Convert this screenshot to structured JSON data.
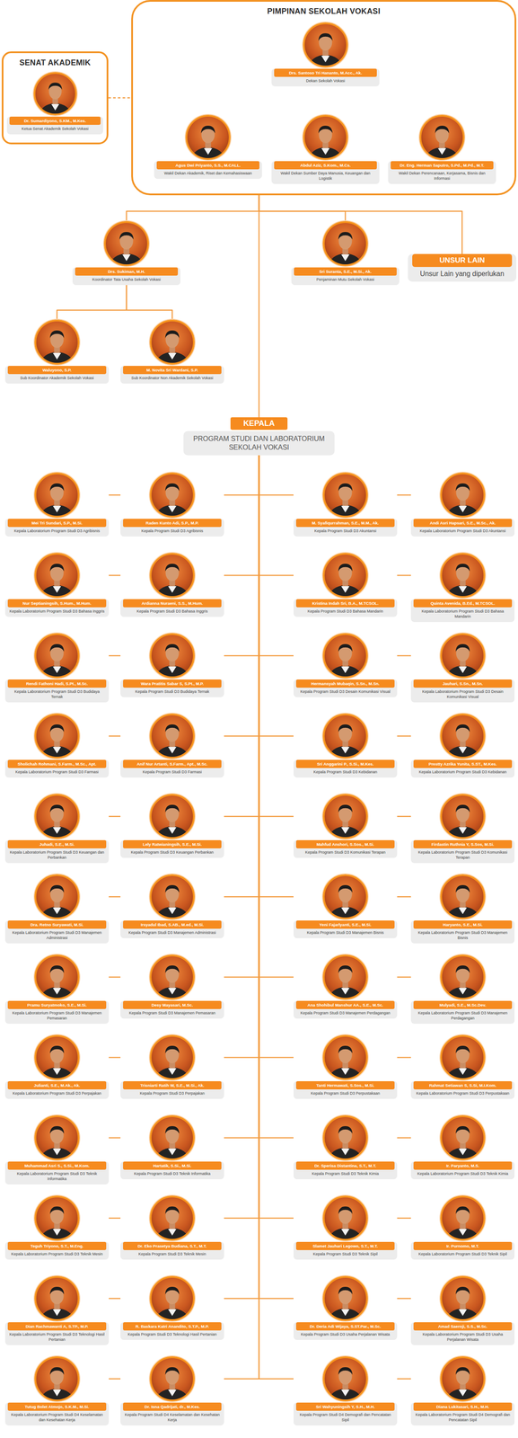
{
  "diagram": {
    "nodes": [
      {
        "text": [
          "PIMPINAN SEKOLAH VOKASI"
        ]
      },
      {
        "text": [
          "Drs. Santoso Tri Hananto, M.Acc., Ak.",
          "Dekan Sekolah Vokasi"
        ],
        "in": 0
      },
      {
        "text": [
          "Agus Dwi Priyanto, S.S., M.CALL.",
          "Wakil Dekan Akademik, Riset dan Kemahasiswaan"
        ],
        "in": 0
      },
      {
        "text": [
          "Abdul Aziz, S.Kom., M.Cs.",
          "Wakil Dekan Sumber Daya Manusia, Keuangan dan Logistik"
        ],
        "in": 0
      },
      {
        "text": [
          "Dr. Eng. Herman Saputro, S.Pd., M.Pd., M.T.",
          "Wakil Dekan Perencanaan, Kerjasama, Bisnis dan Informasi"
        ],
        "in": 0
      },
      {
        "text": [
          "SENAT AKADEMIK"
        ]
      },
      {
        "text": [
          "Dr. Sumardiyono, S.KM., M.Kes.",
          "Ketua Senat Akademik Sekolah Vokasi"
        ],
        "in": 5
      },
      {
        "text": [
          "Drs. Sukiman, M.H.",
          "Koordinator Tata Usaha Sekolah Vokasi"
        ]
      },
      {
        "text": [
          "Sri Suranta, S.E., M.Si., Ak.",
          "Penjaminan Mutu Sekolah Vokasi"
        ]
      },
      {
        "text": [
          "UNSUR LAIN",
          "Unsur Lain yang diperlukan"
        ]
      },
      {
        "text": [
          "Waluyono, S.P.",
          "Sub Koordinator Akademik Sekolah Vokasi"
        ]
      },
      {
        "text": [
          "M. Novita Sri Wardani, S.P.",
          "Sub Koordinator Non Akademik Sekolah Vokasi"
        ]
      },
      {
        "text": [
          "KEPALA",
          "PROGRAM STUDI DAN LABORATORIUM SEKOLAH VOKASI"
        ]
      },
      {
        "text": [
          "Mei Tri Sundari, S.P., M.Si.",
          "Kepala Laboratorium Program Studi D3 Agribisnis"
        ]
      },
      {
        "text": [
          "Raden Kunto Adi, S.P., M.P.",
          "Kepala Program Studi D3 Agribisnis"
        ]
      },
      {
        "text": [
          "M. Syafiqurrahman, S.E., M.M., Ak.",
          "Kepala Program Studi D3 Akuntansi"
        ]
      },
      {
        "text": [
          "Andi Asri Hapsari, S.E., M.Sc., Ak.",
          "Kepala Laboratorium Program Studi D3 Akuntansi"
        ]
      },
      {
        "text": [
          "Nur Septianingsih, S.Hum., M.Hum.",
          "Kepala Laboratorium Program Studi D3 Bahasa Inggris"
        ]
      },
      {
        "text": [
          "Ardianna Nuraeni, S.S., M.Hum.",
          "Kepala Program Studi D3 Bahasa Inggris"
        ]
      },
      {
        "text": [
          "Kristina Indah Sri, B.A., M.TCSOL.",
          "Kepala Program Studi D3 Bahasa Mandarin"
        ]
      },
      {
        "text": [
          "Quinta Avenida, B.Ed., M.TCSOL.",
          "Kepala Laboratorium Program Studi D3 Bahasa Mandarin"
        ]
      },
      {
        "text": [
          "Rendi Fathoni Hadi, S.Pt., M.Sc.",
          "Kepala Laboratorium Program Studi D3 Budidaya Ternak"
        ]
      },
      {
        "text": [
          "Wara Pratitis Sabar S, S.Pt., M.P.",
          "Kepala Program Studi D3 Budidaya Ternak"
        ]
      },
      {
        "text": [
          "Hermansyah Mubaqin, S.Sn., M.Sn.",
          "Kepala Program Studi D3 Desain Komunikasi Visual"
        ]
      },
      {
        "text": [
          "Jauhari, S.Sn., M.Sn.",
          "Kepala Laboratorium Program Studi D3 Desain Komunikasi Visual"
        ]
      },
      {
        "text": [
          "Sholichah Rohmani, S.Farm., M.Sc., Apt.",
          "Kepala Laboratorium Program Studi D3 Farmasi"
        ]
      },
      {
        "text": [
          "Anif Nur Artanti, S.Farm., Apt., M.Sc.",
          "Kepala Program Studi D3 Farmasi"
        ]
      },
      {
        "text": [
          "Sri Anggarini P., S.Si., M.Kes.",
          "Kepala Program Studi D3 Kebidanan"
        ]
      },
      {
        "text": [
          "Prestty Azrika Yunita, S.ST., M.Kes.",
          "Kepala Laboratorium Program Studi D3 Kebidanan"
        ]
      },
      {
        "text": [
          "Juhadi, S.E., M.Si.",
          "Kepala Laboratorium Program Studi D3 Keuangan dan Perbankan"
        ]
      },
      {
        "text": [
          "Lely Ratwianingsih, S.E., M.Si.",
          "Kepala Program Studi D3 Keuangan Perbankan"
        ]
      },
      {
        "text": [
          "Mahfud Anshori, S.Sos., M.Si.",
          "Kepala Program Studi D3 Komunikasi Terapan"
        ]
      },
      {
        "text": [
          "Firdastin Ruthnia Y, S.Sos, M.Si.",
          "Kepala Laboratorium Program Studi D3 Komunikasi Terapan"
        ]
      },
      {
        "text": [
          "Dra. Retno Suryawati, M.Si.",
          "Kepala Laboratorium Program Studi D3 Manajemen Administrasi"
        ]
      },
      {
        "text": [
          "Irsyadul Ibad, S.AB., M.ed., M.Si.",
          "Kepala Program Studi D3 Manajemen Administrasi"
        ]
      },
      {
        "text": [
          "Yeni Fajarlyanti, S.E., M.Si.",
          "Kepala Program Studi D3 Manajemen Bisnis"
        ]
      },
      {
        "text": [
          "Haryanto, S.E., M.Si.",
          "Kepala Laboratorium Program Studi D3 Manajemen Bisnis"
        ]
      },
      {
        "text": [
          "Pramu Suryatmoko, S.E., M.Si.",
          "Kepala Laboratorium Program Studi D3 Manajemen Pemasaran"
        ]
      },
      {
        "text": [
          "Desy Mayasari, M.Sc.",
          "Kepala Program Studi D3 Manajemen Pemasaran"
        ]
      },
      {
        "text": [
          "Ana Shohibul Manshur AA., S.E., M.Sc.",
          "Kepala Program Studi D3 Manajemen Perdagangan"
        ]
      },
      {
        "text": [
          "Mulyadi, S.E., M.Sc.Dev.",
          "Kepala Laboratorium Program Studi D3 Manajemen Perdagangan"
        ]
      },
      {
        "text": [
          "Julianti, S.E., M.Ak., Ak.",
          "Kepala Laboratorium Program Studi D3 Perpajakan"
        ]
      },
      {
        "text": [
          "Trisniarti Ratih W, S.E., M.Si., Ak.",
          "Kepala Program Studi D3 Perpajakan"
        ]
      },
      {
        "text": [
          "Tanti Hermawati, S.Sos., M.Si.",
          "Kepala Program Studi D3 Perpustakaan"
        ]
      },
      {
        "text": [
          "Rahmat Setiawan S, S.Si, M.I.Kom.",
          "Kepala Laboratorium Program Studi D3 Perpustakaan"
        ]
      },
      {
        "text": [
          "Muhammad Asri S., S.Si., M.Kom.",
          "Kepala Laboratorium Program Studi D3 Teknik Informatika"
        ]
      },
      {
        "text": [
          "Hartatik, S.Si., M.Si.",
          "Kepala Program Studi D3 Teknik Informatika"
        ]
      },
      {
        "text": [
          "Dr. Sperisa Distantina, S.T., M.T.",
          "Kepala Program Studi D3 Teknik Kimia"
        ]
      },
      {
        "text": [
          "Ir. Paryanto, M.S.",
          "Kepala Laboratorium Program Studi D3 Teknik Kimia"
        ]
      },
      {
        "text": [
          "Teguh Triyono, S.T., M.Eng.",
          "Kepala Laboratorium Program Studi D3 Teknik Mesin"
        ]
      },
      {
        "text": [
          "Dr. Eko Prasetya Budiana, S.T., M.T.",
          "Kepala Program Studi D3 Teknik Mesin"
        ]
      },
      {
        "text": [
          "Slamet Jauhari Legowo, S.T., M.T.",
          "Kepala Program Studi D3 Teknik Sipil"
        ]
      },
      {
        "text": [
          "Ir. Purnomo, M.T.",
          "Kepala Laboratorium Program Studi D3 Teknik Sipil"
        ]
      },
      {
        "text": [
          "Dian Rachmawanti A, S.TP., M.P.",
          "Kepala Laboratorium Program Studi D3 Teknologi Hasil Pertanian"
        ]
      },
      {
        "text": [
          "R. Baskara Katri Anandito, S.T.P., M.P.",
          "Kepala Program Studi D3 Teknologi Hasil Pertanian"
        ]
      },
      {
        "text": [
          "Dr. Deria Adi Wijaya, S.ST.Par., M.Sc.",
          "Kepala Program Studi D3 Usaha Perjalanan Wisata"
        ]
      },
      {
        "text": [
          "Amad Saeroji, S.S., M.Sc.",
          "Kepala Laboratorium Program Studi D3 Usaha Perjalanan Wisata"
        ]
      },
      {
        "text": [
          "Tutug Bolet Atmojo, S.K.M., M.Si.",
          "Kepala Laboratorium Program Studi D4 Keselamatan dan Kesehatan Kerja"
        ]
      },
      {
        "text": [
          "Dr. Isna Qadrijati, dr., M.Kes.",
          "Kepala Program Studi D4 Keselamatan dan Kesehatan Kerja"
        ]
      },
      {
        "text": [
          "Sri Wahyuningsih Y, S.H., M.H.",
          "Kepala Program Studi D4 Demografi dan Pencatatan Sipil"
        ]
      },
      {
        "text": [
          "Diana Lukitasari, S.H., M.H.",
          "Kepala Laboratorium Program Studi D4 Demografi dan Pencatatan Sipil"
        ]
      }
    ],
    "edges": [
      {
        "from": 5,
        "to": 0,
        "arrow": "none"
      },
      {
        "from": 1,
        "to": 2,
        "arrow": "none"
      },
      {
        "from": 1,
        "to": 3,
        "arrow": "none"
      },
      {
        "from": 1,
        "to": 4,
        "arrow": "none"
      },
      {
        "from": 0,
        "to": 7,
        "arrow": "none"
      },
      {
        "from": 0,
        "to": 8,
        "arrow": "none"
      },
      {
        "from": 0,
        "to": 9,
        "arrow": "none"
      },
      {
        "from": 7,
        "to": 10,
        "arrow": "none"
      },
      {
        "from": 7,
        "to": 11,
        "arrow": "none"
      },
      {
        "from": 0,
        "to": 12,
        "arrow": "none"
      },
      {
        "from": 12,
        "to": 14,
        "arrow": "none"
      },
      {
        "from": 14,
        "to": 13,
        "arrow": "none"
      },
      {
        "from": 12,
        "to": 15,
        "arrow": "none"
      },
      {
        "from": 15,
        "to": 16,
        "arrow": "none"
      },
      {
        "from": 12,
        "to": 18,
        "arrow": "none"
      },
      {
        "from": 18,
        "to": 17,
        "arrow": "none"
      },
      {
        "from": 12,
        "to": 19,
        "arrow": "none"
      },
      {
        "from": 19,
        "to": 20,
        "arrow": "none"
      },
      {
        "from": 12,
        "to": 22,
        "arrow": "none"
      },
      {
        "from": 22,
        "to": 21,
        "arrow": "none"
      },
      {
        "from": 12,
        "to": 23,
        "arrow": "none"
      },
      {
        "from": 23,
        "to": 24,
        "arrow": "none"
      },
      {
        "from": 12,
        "to": 26,
        "arrow": "none"
      },
      {
        "from": 26,
        "to": 25,
        "arrow": "none"
      },
      {
        "from": 12,
        "to": 27,
        "arrow": "none"
      },
      {
        "from": 27,
        "to": 28,
        "arrow": "none"
      },
      {
        "from": 12,
        "to": 30,
        "arrow": "none"
      },
      {
        "from": 30,
        "to": 29,
        "arrow": "none"
      },
      {
        "from": 12,
        "to": 31,
        "arrow": "none"
      },
      {
        "from": 31,
        "to": 32,
        "arrow": "none"
      },
      {
        "from": 12,
        "to": 34,
        "arrow": "none"
      },
      {
        "from": 34,
        "to": 33,
        "arrow": "none"
      },
      {
        "from": 12,
        "to": 35,
        "arrow": "none"
      },
      {
        "from": 35,
        "to": 36,
        "arrow": "none"
      },
      {
        "from": 12,
        "to": 38,
        "arrow": "none"
      },
      {
        "from": 38,
        "to": 37,
        "arrow": "none"
      },
      {
        "from": 12,
        "to": 39,
        "arrow": "none"
      },
      {
        "from": 39,
        "to": 40,
        "arrow": "none"
      },
      {
        "from": 12,
        "to": 42,
        "arrow": "none"
      },
      {
        "from": 42,
        "to": 41,
        "arrow": "none"
      },
      {
        "from": 12,
        "to": 43,
        "arrow": "none"
      },
      {
        "from": 43,
        "to": 44,
        "arrow": "none"
      },
      {
        "from": 12,
        "to": 46,
        "arrow": "none"
      },
      {
        "from": 46,
        "to": 45,
        "arrow": "none"
      },
      {
        "from": 12,
        "to": 47,
        "arrow": "none"
      },
      {
        "from": 47,
        "to": 48,
        "arrow": "none"
      },
      {
        "from": 12,
        "to": 50,
        "arrow": "none"
      },
      {
        "from": 50,
        "to": 49,
        "arrow": "none"
      },
      {
        "from": 12,
        "to": 51,
        "arrow": "none"
      },
      {
        "from": 51,
        "to": 52,
        "arrow": "none"
      },
      {
        "from": 12,
        "to": 54,
        "arrow": "none"
      },
      {
        "from": 54,
        "to": 53,
        "arrow": "none"
      },
      {
        "from": 12,
        "to": 55,
        "arrow": "none"
      },
      {
        "from": 55,
        "to": 56,
        "arrow": "none"
      },
      {
        "from": 12,
        "to": 58,
        "arrow": "none"
      },
      {
        "from": 58,
        "to": 57,
        "arrow": "none"
      },
      {
        "from": 12,
        "to": 59,
        "arrow": "none"
      },
      {
        "from": 59,
        "to": 60,
        "arrow": "none"
      }
    ]
  }
}
